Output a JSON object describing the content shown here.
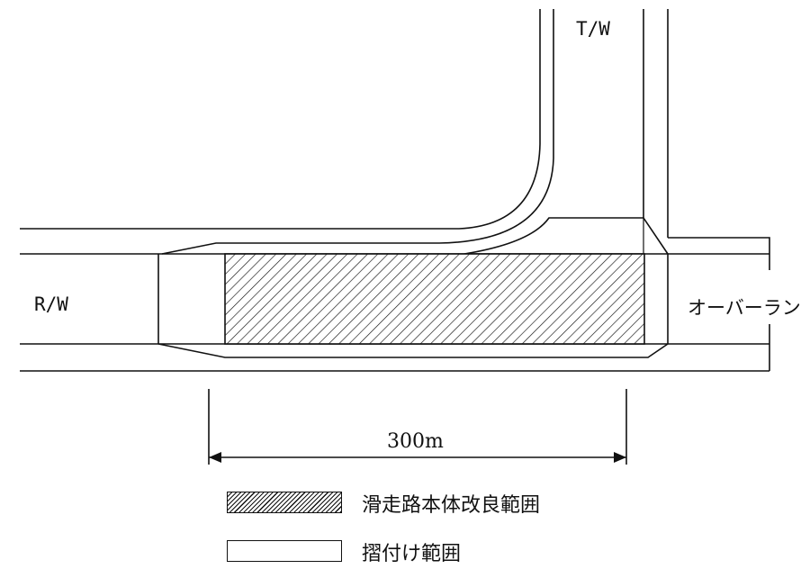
{
  "labels": {
    "taxiway": "T/W",
    "runway": "R/W",
    "overrun": "オーバーラン",
    "distance": "300m"
  },
  "legend": [
    {
      "pattern": "hatched",
      "text": "滑走路本体改良範囲"
    },
    {
      "pattern": "blank",
      "text": "摺付け範囲"
    }
  ],
  "colors": {
    "line": "#111111",
    "background": "#ffffff"
  }
}
